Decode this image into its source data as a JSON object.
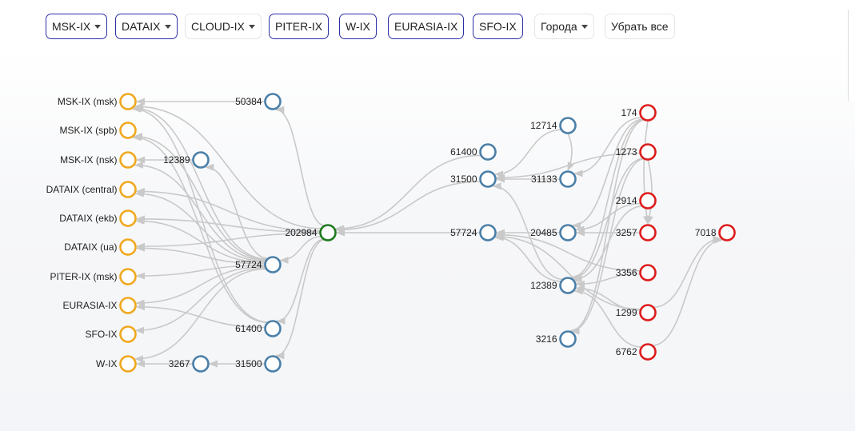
{
  "filters": [
    {
      "label": "MSK-IX",
      "dropdown": true,
      "active": true
    },
    {
      "label": "DATAIX",
      "dropdown": true,
      "active": true
    },
    {
      "label": "CLOUD-IX",
      "dropdown": true,
      "active": false
    },
    {
      "label": "PITER-IX",
      "dropdown": false,
      "active": true
    },
    {
      "label": "W-IX",
      "dropdown": false,
      "active": true
    },
    {
      "label": "EURASIA-IX",
      "dropdown": false,
      "active": true
    },
    {
      "label": "SFO-IX",
      "dropdown": false,
      "active": true
    },
    {
      "label": "Города",
      "dropdown": true,
      "active": false
    },
    {
      "label": "Убрать все",
      "dropdown": false,
      "active": false
    }
  ],
  "colors": {
    "ix": "#f0a81e",
    "transit": "#4a7fa8",
    "center": "#1e7a1e",
    "upstream": "#dd1c1c",
    "edge": "#c9c9c9",
    "active_border": "#2b2fa6"
  },
  "graph": {
    "nodes": [
      {
        "id": "ix-msk-msk",
        "label": "MSK-IX (msk)",
        "kind": "ix"
      },
      {
        "id": "ix-msk-spb",
        "label": "MSK-IX (spb)",
        "kind": "ix"
      },
      {
        "id": "ix-msk-nsk",
        "label": "MSK-IX (nsk)",
        "kind": "ix"
      },
      {
        "id": "ix-dataix-central",
        "label": "DATAIX (central)",
        "kind": "ix"
      },
      {
        "id": "ix-dataix-ekb",
        "label": "DATAIX (ekb)",
        "kind": "ix"
      },
      {
        "id": "ix-dataix-ua",
        "label": "DATAIX (ua)",
        "kind": "ix"
      },
      {
        "id": "ix-piter-msk",
        "label": "PITER-IX (msk)",
        "kind": "ix"
      },
      {
        "id": "ix-eurasia",
        "label": "EURASIA-IX",
        "kind": "ix"
      },
      {
        "id": "ix-sfo",
        "label": "SFO-IX",
        "kind": "ix"
      },
      {
        "id": "ix-w",
        "label": "W-IX",
        "kind": "ix"
      },
      {
        "id": "as12389-left",
        "label": "12389",
        "kind": "transit"
      },
      {
        "id": "as3267",
        "label": "3267",
        "kind": "transit"
      },
      {
        "id": "as50384",
        "label": "50384",
        "kind": "transit"
      },
      {
        "id": "as57724-left",
        "label": "57724",
        "kind": "transit"
      },
      {
        "id": "as61400-left",
        "label": "61400",
        "kind": "transit"
      },
      {
        "id": "as31500-left",
        "label": "31500",
        "kind": "transit"
      },
      {
        "id": "as202984",
        "label": "202984",
        "kind": "center"
      },
      {
        "id": "as61400-right",
        "label": "61400",
        "kind": "transit"
      },
      {
        "id": "as31500-right",
        "label": "31500",
        "kind": "transit"
      },
      {
        "id": "as57724-right",
        "label": "57724",
        "kind": "transit"
      },
      {
        "id": "as12714",
        "label": "12714",
        "kind": "transit"
      },
      {
        "id": "as31133",
        "label": "31133",
        "kind": "transit"
      },
      {
        "id": "as20485",
        "label": "20485",
        "kind": "transit"
      },
      {
        "id": "as12389-right",
        "label": "12389",
        "kind": "transit"
      },
      {
        "id": "as3216",
        "label": "3216",
        "kind": "transit"
      },
      {
        "id": "as174",
        "label": "174",
        "kind": "upstream"
      },
      {
        "id": "as1273",
        "label": "1273",
        "kind": "upstream"
      },
      {
        "id": "as2914",
        "label": "2914",
        "kind": "upstream"
      },
      {
        "id": "as3257",
        "label": "3257",
        "kind": "upstream"
      },
      {
        "id": "as3356",
        "label": "3356",
        "kind": "upstream"
      },
      {
        "id": "as1299",
        "label": "1299",
        "kind": "upstream"
      },
      {
        "id": "as6762",
        "label": "6762",
        "kind": "upstream"
      },
      {
        "id": "as7018",
        "label": "7018",
        "kind": "upstream"
      }
    ],
    "edges": [
      [
        "as202984",
        "as50384"
      ],
      [
        "as202984",
        "as57724-left"
      ],
      [
        "as202984",
        "as61400-left"
      ],
      [
        "as202984",
        "as31500-left"
      ],
      [
        "as202984",
        "ix-msk-msk"
      ],
      [
        "as202984",
        "ix-dataix-central"
      ],
      [
        "as202984",
        "ix-dataix-ekb"
      ],
      [
        "as202984",
        "ix-dataix-ua"
      ],
      [
        "as50384",
        "ix-msk-msk"
      ],
      [
        "as12389-left",
        "ix-msk-nsk"
      ],
      [
        "as57724-left",
        "as12389-left"
      ],
      [
        "as57724-left",
        "ix-msk-msk"
      ],
      [
        "as57724-left",
        "ix-msk-spb"
      ],
      [
        "as57724-left",
        "ix-msk-nsk"
      ],
      [
        "as57724-left",
        "ix-dataix-central"
      ],
      [
        "as57724-left",
        "ix-dataix-ekb"
      ],
      [
        "as57724-left",
        "ix-dataix-ua"
      ],
      [
        "as57724-left",
        "ix-piter-msk"
      ],
      [
        "as57724-left",
        "ix-eurasia"
      ],
      [
        "as57724-left",
        "ix-sfo"
      ],
      [
        "as57724-left",
        "ix-w"
      ],
      [
        "as61400-left",
        "ix-msk-msk"
      ],
      [
        "as61400-left",
        "ix-eurasia"
      ],
      [
        "as61400-left",
        "ix-msk-spb"
      ],
      [
        "as31500-left",
        "as3267"
      ],
      [
        "as3267",
        "ix-w"
      ],
      [
        "as61400-right",
        "as202984"
      ],
      [
        "as31500-right",
        "as202984"
      ],
      [
        "as57724-right",
        "as202984"
      ],
      [
        "as12714",
        "as31500-right"
      ],
      [
        "as31133",
        "as31500-right"
      ],
      [
        "as1273",
        "as31500-right"
      ],
      [
        "as12389-right",
        "as31500-right"
      ],
      [
        "as174",
        "as31133"
      ],
      [
        "as12714",
        "as31133"
      ],
      [
        "as20485",
        "as57724-right"
      ],
      [
        "as12389-right",
        "as57724-right"
      ],
      [
        "as3356",
        "as57724-right"
      ],
      [
        "as1299",
        "as57724-right"
      ],
      [
        "as174",
        "as20485"
      ],
      [
        "as2914",
        "as20485"
      ],
      [
        "as3257",
        "as20485"
      ],
      [
        "as174",
        "as12389-right"
      ],
      [
        "as1273",
        "as12389-right"
      ],
      [
        "as2914",
        "as12389-right"
      ],
      [
        "as3356",
        "as12389-right"
      ],
      [
        "as1299",
        "as12389-right"
      ],
      [
        "as6762",
        "as12389-right"
      ],
      [
        "as174",
        "as3216"
      ],
      [
        "as1273",
        "as3216"
      ],
      [
        "as1273",
        "as3257"
      ],
      [
        "as174",
        "as3257"
      ],
      [
        "as1299",
        "as7018"
      ],
      [
        "as6762",
        "as7018"
      ]
    ]
  }
}
